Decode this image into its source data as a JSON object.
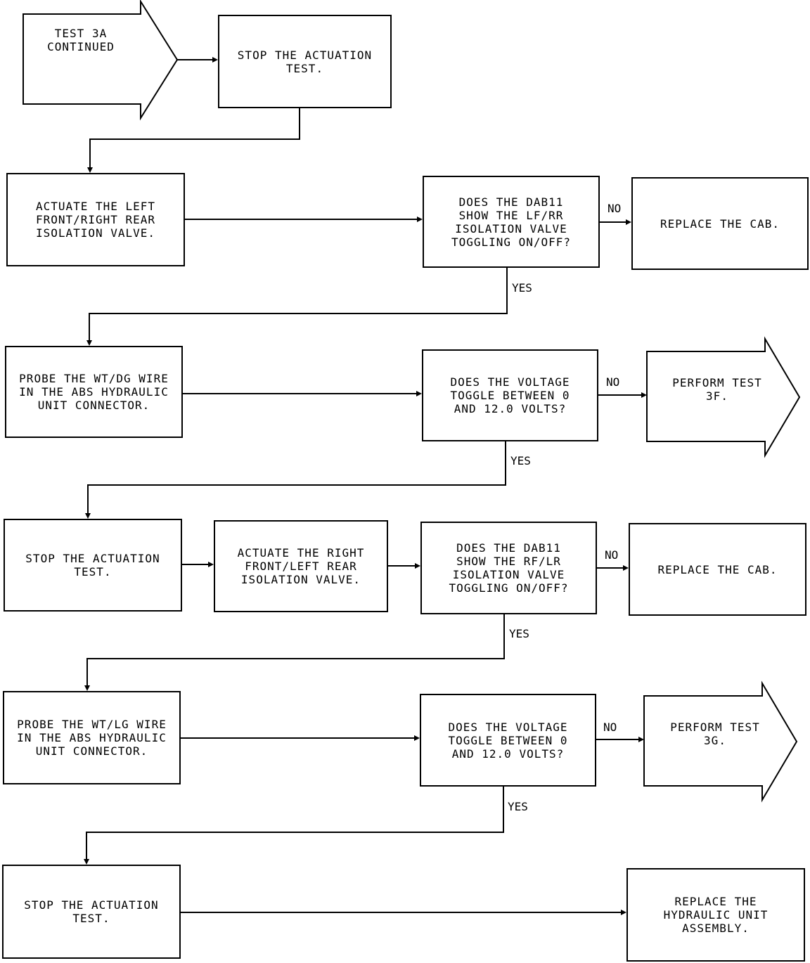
{
  "nodes": {
    "start": "TEST 3A\nCONTINUED",
    "stop1": "STOP THE ACTUATION\nTEST.",
    "actuate_lf_rr": "ACTUATE THE LEFT\nFRONT/RIGHT REAR\nISOLATION VALVE.",
    "q_dab_lf_rr": "DOES THE DAB11\nSHOW THE LF/RR\nISOLATION VALVE\nTOGGLING ON/OFF?",
    "replace_cab1": "REPLACE THE CAB.",
    "probe_wt_dg": "PROBE THE WT/DG WIRE\nIN THE ABS HYDRAULIC\nUNIT CONNECTOR.",
    "q_voltage1": "DOES THE VOLTAGE\nTOGGLE BETWEEN 0\nAND 12.0 VOLTS?",
    "perform_3f": "PERFORM TEST\n3F.",
    "stop2": "STOP THE ACTUATION\nTEST.",
    "actuate_rf_lr": "ACTUATE THE RIGHT\nFRONT/LEFT REAR\nISOLATION VALVE.",
    "q_dab_rf_lr": "DOES THE DAB11\nSHOW THE RF/LR\nISOLATION VALVE\nTOGGLING ON/OFF?",
    "replace_cab2": "REPLACE THE CAB.",
    "probe_wt_lg": "PROBE THE WT/LG WIRE\nIN THE ABS HYDRAULIC\nUNIT CONNECTOR.",
    "q_voltage2": "DOES THE VOLTAGE\nTOGGLE BETWEEN 0\nAND 12.0 VOLTS?",
    "perform_3g": "PERFORM TEST\n3G.",
    "stop3": "STOP THE ACTUATION\nTEST.",
    "replace_hcu": "REPLACE THE\nHYDRAULIC UNIT\nASSEMBLY."
  },
  "edge_labels": {
    "no": "NO",
    "yes": "YES"
  }
}
